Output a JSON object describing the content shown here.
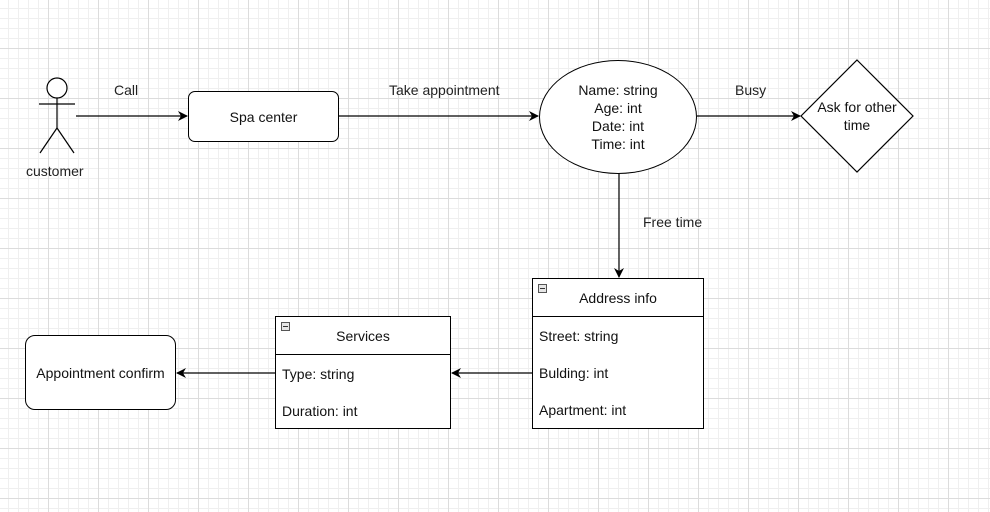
{
  "actor": {
    "label": "customer"
  },
  "nodes": {
    "spa_center": "Spa center",
    "appointment_info": {
      "lines": [
        "Name: string",
        "Age: int",
        "Date: int",
        "Time: int"
      ]
    },
    "ask_other_time": {
      "lines": [
        "Ask for other",
        "time"
      ]
    },
    "address_info": {
      "title": "Address info",
      "fields": [
        "Street: string",
        "Bulding: int",
        "Apartment: int"
      ]
    },
    "services": {
      "title": "Services",
      "fields": [
        "Type: string",
        "Duration: int"
      ]
    },
    "appointment_confirm": "Appointment confirm"
  },
  "edges": {
    "call": "Call",
    "take_appointment": "Take appointment",
    "busy": "Busy",
    "free_time": "Free time"
  },
  "colors": {
    "stroke": "#000000",
    "grid_major": "#dcdcdc",
    "grid_minor": "#efefef"
  }
}
